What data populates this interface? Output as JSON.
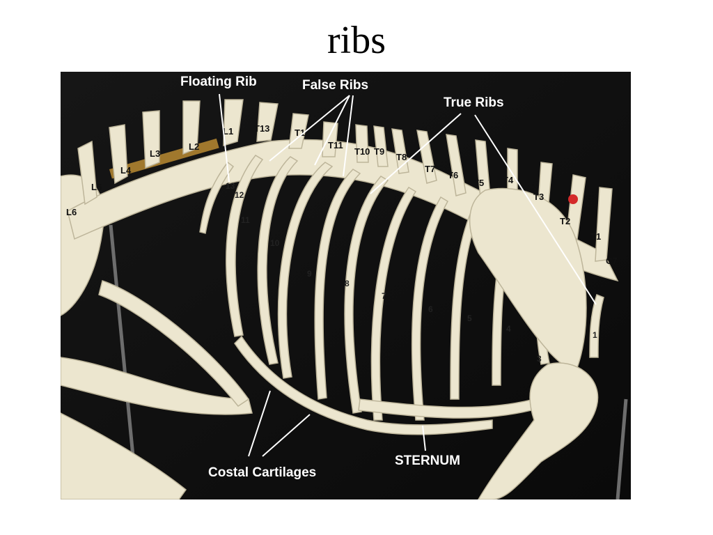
{
  "title": "ribs",
  "callouts": {
    "floating_rib": "Floating Rib",
    "false_ribs": "False Ribs",
    "true_ribs": "True Ribs",
    "costal_cartilages": "Costal Cartilages",
    "sternum": "STERNUM"
  },
  "vertebrae": {
    "l6": "L6",
    "l5": "L5",
    "l4": "L4",
    "l3": "L3",
    "l2": "L2",
    "l1": "L1",
    "t13": "T13",
    "t12": "T12",
    "t11": "T11",
    "t10": "T10",
    "t9": "T9",
    "t8": "T8",
    "t7": "T7",
    "t6": "T6",
    "t5": "T5",
    "t4": "T4",
    "t3": "T3",
    "t2": "T2",
    "t1": "T1",
    "c7": "C7"
  },
  "rib_numbers": {
    "r1": "1",
    "r3": "3",
    "r4": "4",
    "r5": "5",
    "r6": "6",
    "r7": "7",
    "r8": "8",
    "r9": "9",
    "r10": "10",
    "r11": "11",
    "r12": "12",
    "r13": "13"
  },
  "colors": {
    "background": "#111111",
    "bone": "#ece6cf",
    "bone_shadow": "#bdb59a",
    "label": "#ffffff",
    "marker": "#d42a2a"
  }
}
